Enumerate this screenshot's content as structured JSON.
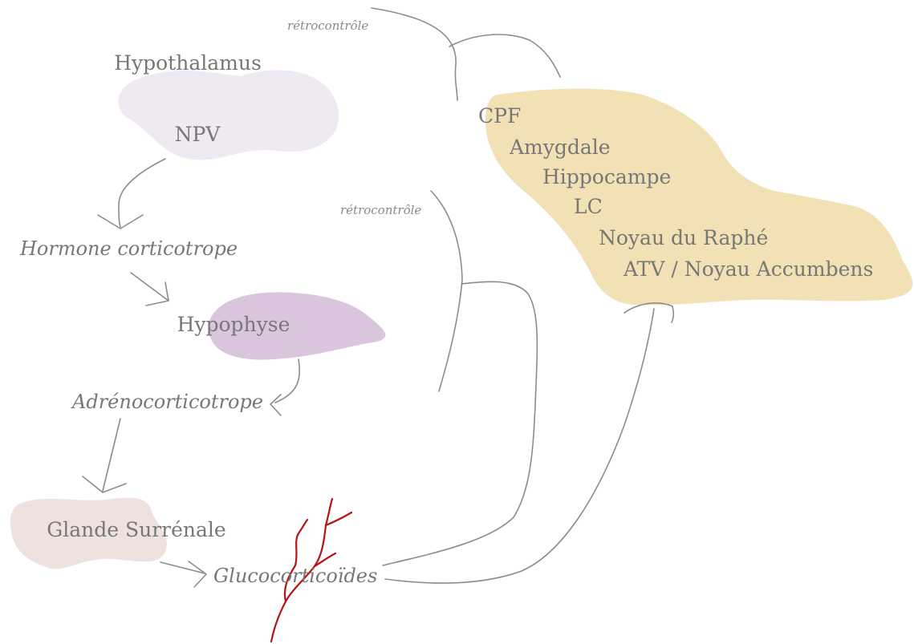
{
  "regions": {
    "hypothalamus": {
      "title": "Hypothalamus",
      "nucleus": "NPV",
      "color": "#efe9f1"
    },
    "hypophyse": {
      "label": "Hypophyse",
      "color": "#d9c5dc"
    },
    "surrenale": {
      "label": "Glande Surrénale",
      "color": "#ede2dd"
    },
    "brain_targets": {
      "color": "#f1e1b4",
      "items": [
        "CPF",
        "Amygdale",
        "Hippocampe",
        "LC",
        "Noyau du Raphé",
        "ATV / Noyau Accumbens"
      ]
    }
  },
  "hormones": {
    "crh": "Hormone corticotrope",
    "acth": "Adrénocorticotrope",
    "glucocorticoids": "Glucocorticoïdes"
  },
  "feedback": {
    "upper": "rétrocontrôle",
    "lower": "rétrocontrôle"
  },
  "colors": {
    "text": "#777777",
    "arrows": "#8c8c8c",
    "blood_vessel": "#b31414"
  }
}
